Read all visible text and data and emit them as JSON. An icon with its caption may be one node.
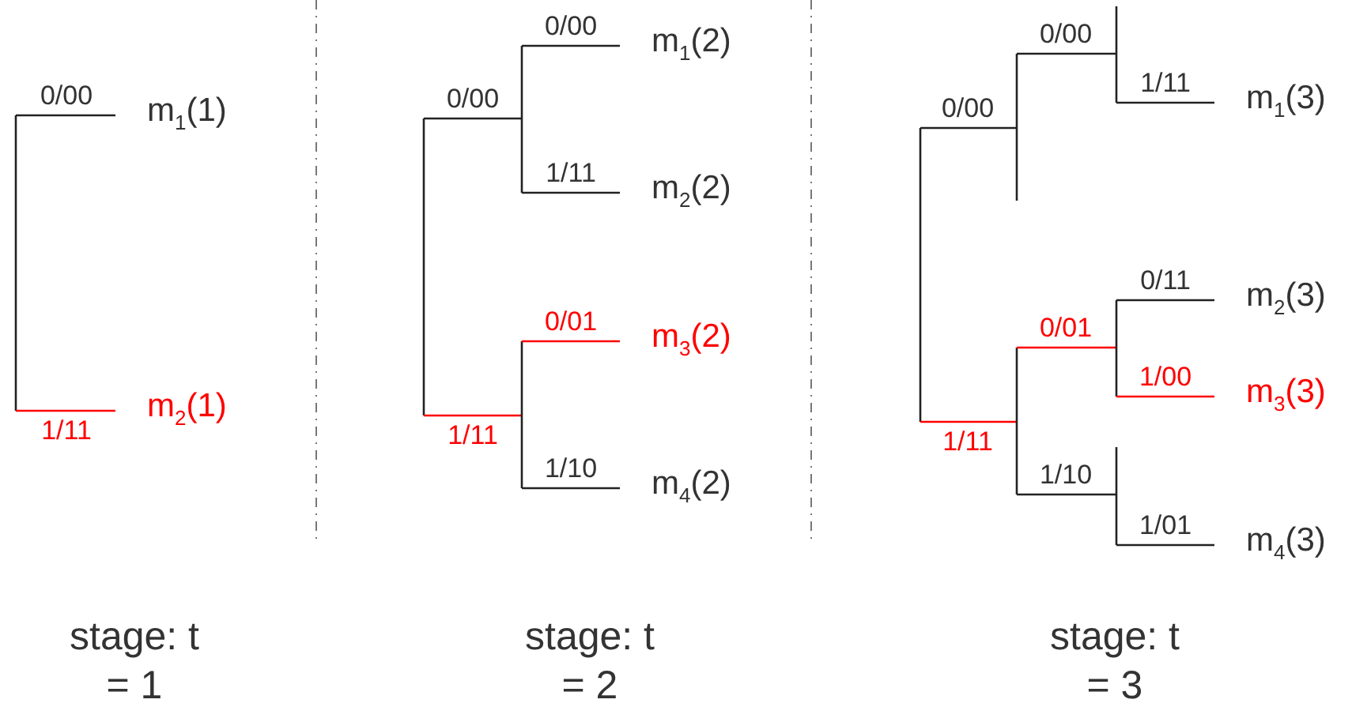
{
  "diagram": {
    "labels": [
      "0/00",
      "m$_{1}$(1)",
      "1/11",
      "m$_{2}$(1)",
      "0/00",
      "m$_{1}$(2)",
      "0/00",
      "1/11",
      "m$_{2}$(2)",
      "0/01",
      "m$_{3}$(2)",
      "1/11",
      "1/10",
      "m$_{4}$(2)",
      "0/00",
      "1/11",
      "m$_{1}$(3)",
      "0/00",
      "0/11",
      "m$_{2}$(3)",
      "0/01",
      "1/00",
      "m$_{3}$(3)",
      "1/11",
      "1/10",
      "1/01",
      "m$_{4}$(3)",
      "stage: t = 1",
      "stage: t = 2",
      "stage: t = 3"
    ]
  }
}
